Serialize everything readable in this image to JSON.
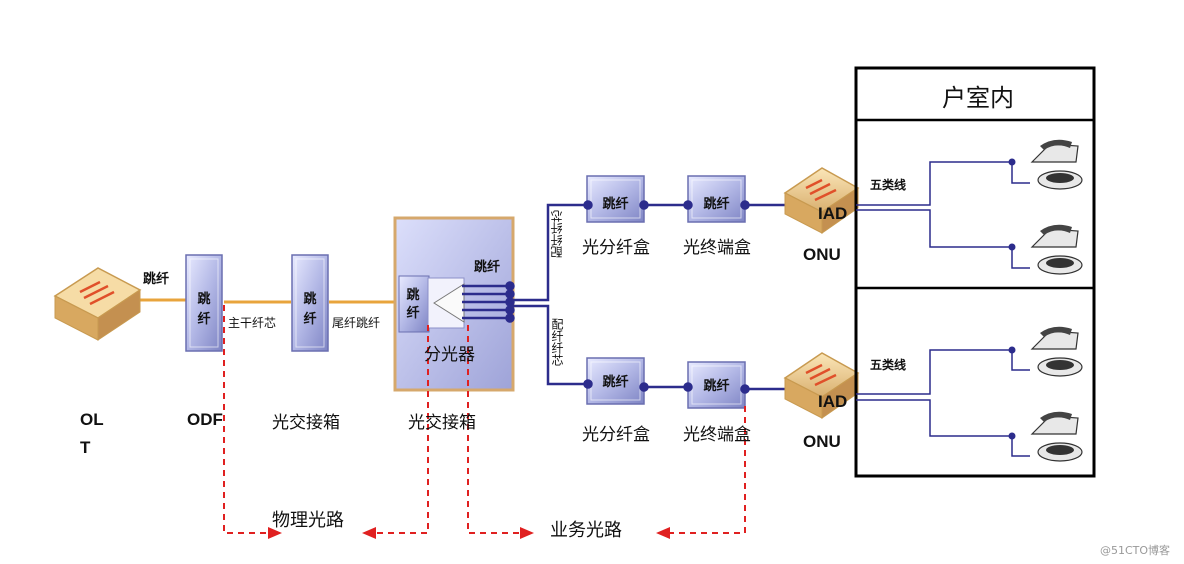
{
  "olt": {
    "label_line1": "OL",
    "label_line2": "T"
  },
  "odf": {
    "label": "ODF",
    "jumper": "跳纤",
    "box_text_1": "跳",
    "box_text_2": "纤"
  },
  "trunk": {
    "label": "主干纤芯"
  },
  "cross_box_1": {
    "label": "光交接箱",
    "box_text_1": "跳",
    "box_text_2": "纤"
  },
  "pigtail": {
    "label": "尾纤跳纤"
  },
  "cross_box_2": {
    "label": "光交接箱",
    "box_text_1": "跳",
    "box_text_2": "纤",
    "top_text": "跳纤",
    "splitter": "分光器"
  },
  "dist_fiber": {
    "label_top": "配纤纤芯",
    "label_bottom": "配纤纤芯"
  },
  "branch_top": {
    "split_box": {
      "box_text": "跳纤",
      "label": "光分纤盒"
    },
    "term_box": {
      "box_text": "跳纤",
      "label": "光终端盒"
    },
    "iad": "IAD",
    "onu": "ONU",
    "cable": "五类线"
  },
  "branch_bottom": {
    "split_box": {
      "box_text": "跳纤",
      "label": "光分纤盒"
    },
    "term_box": {
      "box_text": "跳纤",
      "label": "光终端盒"
    },
    "iad": "IAD",
    "onu": "ONU",
    "cable": "五类线"
  },
  "indoor": {
    "title": "户室内"
  },
  "legend": {
    "physical": "物理光路",
    "service": "业务光路"
  },
  "watermark": "@51CTO博客",
  "colors": {
    "fiber": "#e8a43c",
    "blue_line": "#2c2c8c",
    "dash": "#e02020",
    "box": "#b8bde8"
  }
}
